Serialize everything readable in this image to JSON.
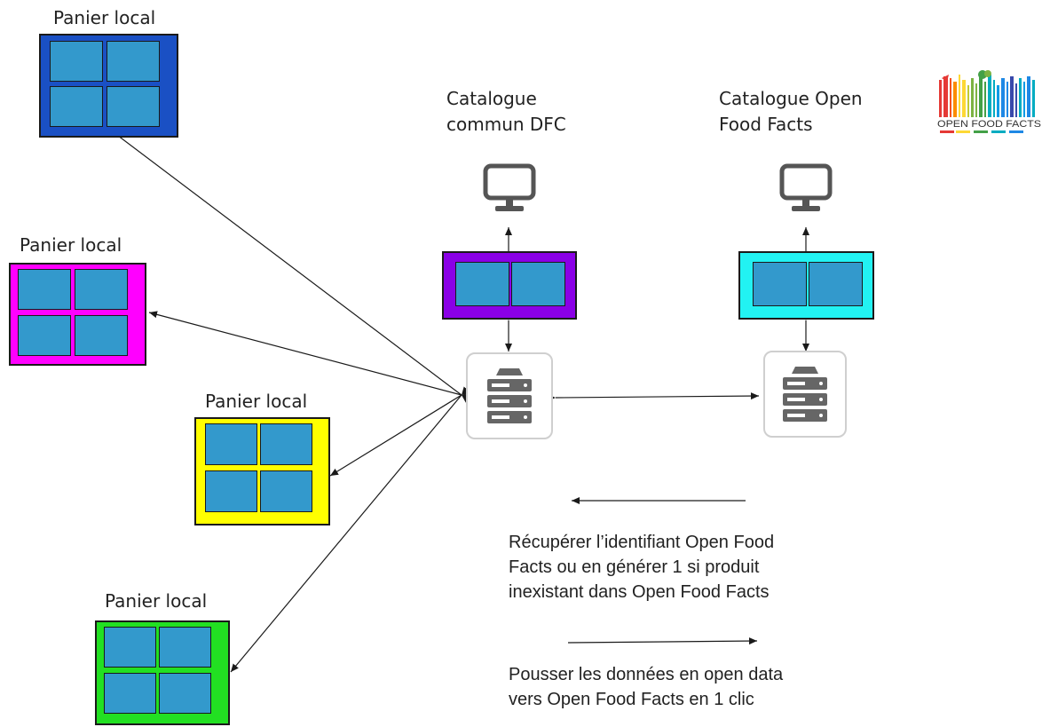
{
  "colors": {
    "panier_1": "#1a50c4",
    "panier_2": "#ff00ff",
    "panier_3": "#ffff00",
    "panier_4": "#22e022",
    "catalogue_dfc": "#8a00e6",
    "catalogue_off": "#22f2f2",
    "cell": "#3399cc",
    "icon_gray": "#555555"
  },
  "paniers": [
    {
      "label": "Panier local",
      "color_key": "panier_1"
    },
    {
      "label": "Panier local",
      "color_key": "panier_2"
    },
    {
      "label": "Panier local",
      "color_key": "panier_3"
    },
    {
      "label": "Panier local",
      "color_key": "panier_4"
    }
  ],
  "catalogues": {
    "dfc": {
      "label": "Catalogue\ncommun DFC"
    },
    "off": {
      "label": "Catalogue Open\nFood Facts"
    }
  },
  "logo": {
    "text": "OPEN FOOD FACTS"
  },
  "legend": {
    "left_arrow_text": "Récupérer l’identifiant Open Food\nFacts ou en générer 1 si produit\ninexistant dans Open Food Facts",
    "right_arrow_text": "Pousser les données en open data\nvers Open Food Facts en 1 clic"
  },
  "icons": {
    "monitor": "desktop-monitor-icon",
    "server": "server-rack-icon"
  }
}
